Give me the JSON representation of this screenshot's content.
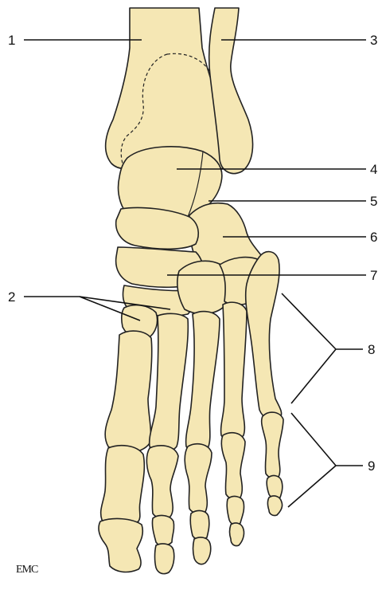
{
  "labels": {
    "l1": "1",
    "l2": "2",
    "l3": "3",
    "l4": "4",
    "l5": "5",
    "l6": "6",
    "l7": "7",
    "l8": "8",
    "l9": "9"
  },
  "logo": "EMC",
  "colors": {
    "bone_fill": "#f5e7b4",
    "outline": "#222222"
  }
}
